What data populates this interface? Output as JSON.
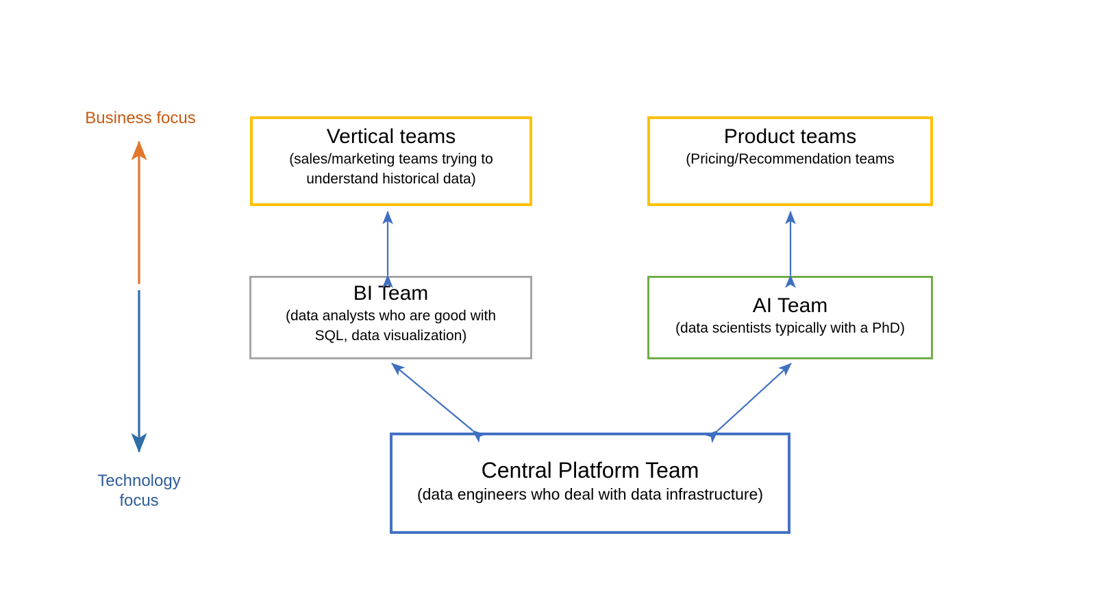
{
  "axis": {
    "top_label": "Business focus",
    "top_color": "#C55A11",
    "bottom_label": "Technology\nfocus",
    "bottom_color": "#2E5C9A"
  },
  "boxes": {
    "vertical_teams": {
      "title": "Vertical teams",
      "desc": "(sales/marketing teams trying to\nunderstand historical data)",
      "border_color": "#FFC000"
    },
    "product_teams": {
      "title": "Product teams",
      "desc": "(Pricing/Recommendation teams",
      "border_color": "#FFC000"
    },
    "bi_team": {
      "title": "BI Team",
      "desc": "(data analysts who are good with\nSQL, data visualization)",
      "border_color": "#A6A6A6"
    },
    "ai_team": {
      "title": "AI Team",
      "desc": "(data scientists typically with a PhD)",
      "border_color": "#70AD47"
    },
    "central_platform": {
      "title": "Central Platform Team",
      "desc": "(data engineers who deal with data infrastructure)",
      "border_color": "#4472C4"
    }
  },
  "connectors": {
    "color": "#4472C4",
    "items": [
      {
        "name": "vertical-teams-to-bi-team",
        "style": "double-headed-vertical"
      },
      {
        "name": "product-teams-to-ai-team",
        "style": "double-headed-vertical"
      },
      {
        "name": "bi-team-to-central-platform",
        "style": "double-headed-diagonal"
      },
      {
        "name": "ai-team-to-central-platform",
        "style": "double-headed-diagonal"
      }
    ]
  }
}
